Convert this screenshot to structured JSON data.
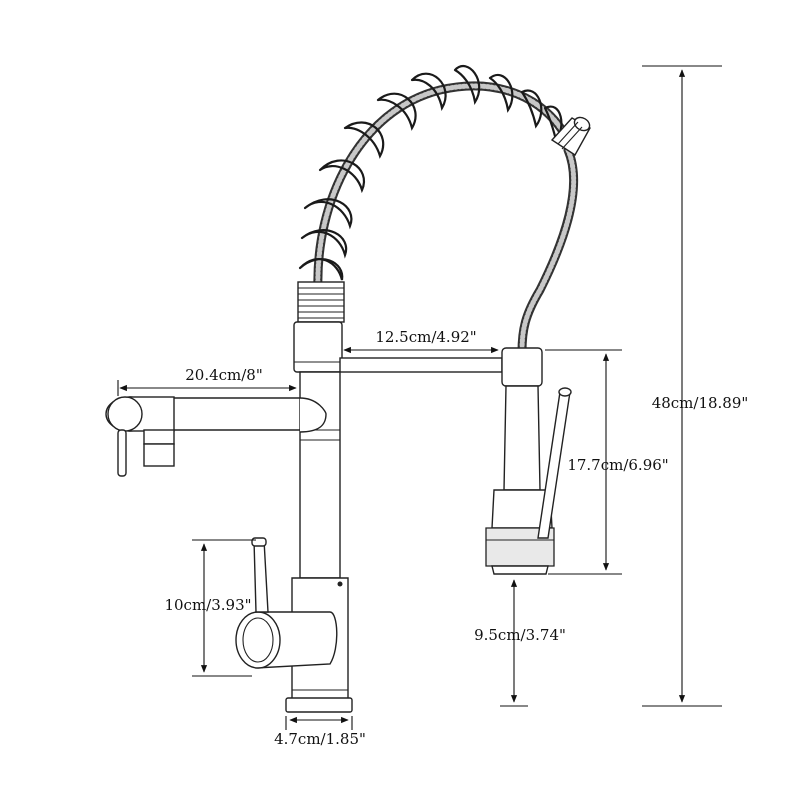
{
  "diagram": {
    "dimensions": {
      "total_height": "48cm/18.89\"",
      "side_spout_reach": "20.4cm/8\"",
      "sprayer_offset": "12.5cm/4.92\"",
      "sprayer_length": "17.7cm/6.96\"",
      "handle_height": "10cm/3.93\"",
      "sprayer_drop": "9.5cm/3.74\"",
      "base_diameter": "4.7cm/1.85\""
    }
  }
}
